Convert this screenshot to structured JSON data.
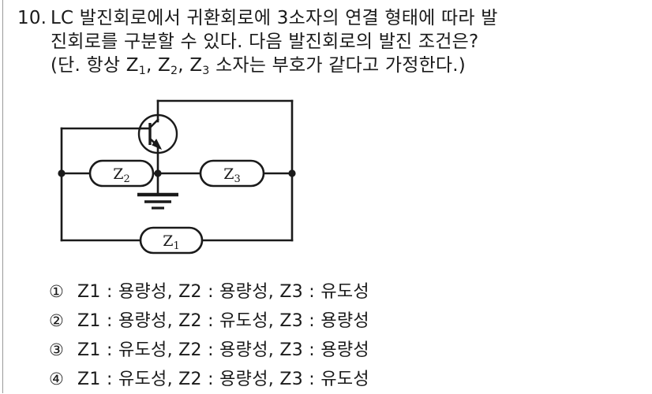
{
  "question": {
    "number": "10.",
    "lines": [
      "LC 발진회로에서 귀환회로에 3소자의 연결 형태에 따라 발",
      "진회로를 구분할 수 있다. 다음 발진회로의 발진 조건은?",
      "(단. 항상 Z1, Z2, Z3 소자는 부호가 같다고 가정한다.)"
    ],
    "line3_parts": {
      "a": "(단. 항상 Z",
      "sub1": "1",
      "b": ", Z",
      "sub2": "2",
      "c": ", Z",
      "sub3": "3",
      "d": " 소자는 부호가 같다고 가정한다.)"
    }
  },
  "circuit": {
    "title": "LC oscillator feedback circuit",
    "components": [
      {
        "id": "Z1",
        "label": "Z",
        "subscript": "1",
        "position": "bottom-rail"
      },
      {
        "id": "Z2",
        "label": "Z",
        "subscript": "2",
        "position": "left-of-emitter"
      },
      {
        "id": "Z3",
        "label": "Z",
        "subscript": "3",
        "position": "right-of-emitter"
      }
    ],
    "devices": [
      {
        "id": "Q1",
        "type": "npn-transistor",
        "base": "left",
        "collector": "top",
        "emitter": "bottom"
      },
      {
        "id": "GND",
        "type": "ground-symbol"
      }
    ],
    "nodes": [
      "left-node",
      "center-node",
      "right-node"
    ],
    "stroke_color": "#1a1a1a"
  },
  "choices": [
    {
      "marker": "①",
      "text": "Z1 : 용량성, Z2 : 용량성, Z3 : 유도성"
    },
    {
      "marker": "②",
      "text": "Z1 : 용량성, Z2 : 유도성, Z3 : 용량성"
    },
    {
      "marker": "③",
      "text": "Z1 : 유도성, Z2 : 용량성, Z3 : 용량성"
    },
    {
      "marker": "④",
      "text": "Z1 : 유도성, Z2 : 용량성, Z3 : 유도성"
    }
  ],
  "colors": {
    "page_background": "#ffffff",
    "text": "#1a1a1a",
    "page_edge": "#9a9a9a"
  }
}
